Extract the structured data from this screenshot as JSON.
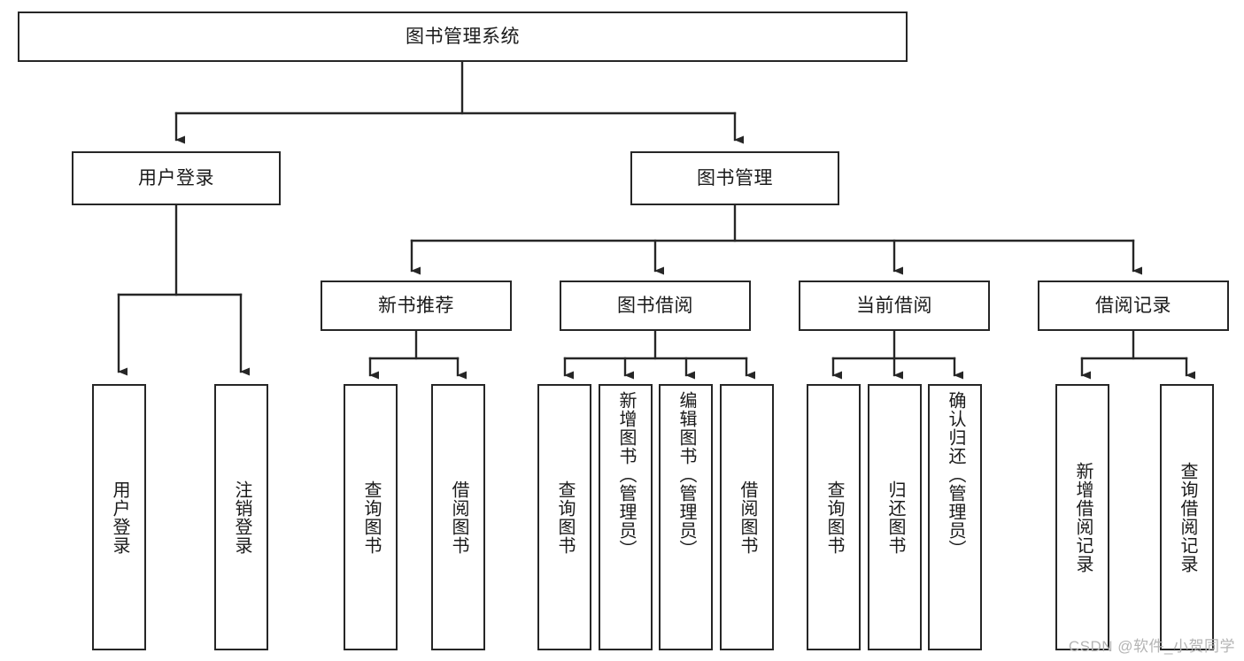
{
  "diagram": {
    "title": "图书管理系统",
    "watermark": "CSDN @软件_小贺同学",
    "line_color": "#262626",
    "box_fill": "#ffffff",
    "text_color": "#1a1a1a",
    "root": {
      "label": "图书管理系统"
    },
    "level2": [
      {
        "id": "user-login",
        "label": "用户登录"
      },
      {
        "id": "book-manage",
        "label": "图书管理"
      }
    ],
    "level3": [
      {
        "id": "new-book-recommend",
        "label": "新书推荐"
      },
      {
        "id": "book-borrow",
        "label": "图书借阅"
      },
      {
        "id": "current-borrow",
        "label": "当前借阅"
      },
      {
        "id": "borrow-record",
        "label": "借阅记录"
      }
    ],
    "leaves": {
      "user_login": [
        {
          "id": "leaf-user-login",
          "label": "用户登录"
        },
        {
          "id": "leaf-logout-login",
          "label": "注销登录"
        }
      ],
      "new_book_recommend": [
        {
          "id": "leaf-query-book-1",
          "label": "查询图书"
        },
        {
          "id": "leaf-borrow-book-1",
          "label": "借阅图书"
        }
      ],
      "book_borrow": [
        {
          "id": "leaf-query-book-2",
          "label": "查询图书"
        },
        {
          "id": "leaf-add-book",
          "label": "新增图书（管理员）"
        },
        {
          "id": "leaf-edit-book",
          "label": "编辑图书（管理员）"
        },
        {
          "id": "leaf-borrow-book-2",
          "label": "借阅图书"
        }
      ],
      "current_borrow": [
        {
          "id": "leaf-query-book-3",
          "label": "查询图书"
        },
        {
          "id": "leaf-return-book",
          "label": "归还图书"
        },
        {
          "id": "leaf-confirm-return",
          "label": "确认归还（管理员）"
        }
      ],
      "borrow_record": [
        {
          "id": "leaf-add-record",
          "label": "新增借阅记录"
        },
        {
          "id": "leaf-query-record",
          "label": "查询借阅记录"
        }
      ]
    }
  }
}
